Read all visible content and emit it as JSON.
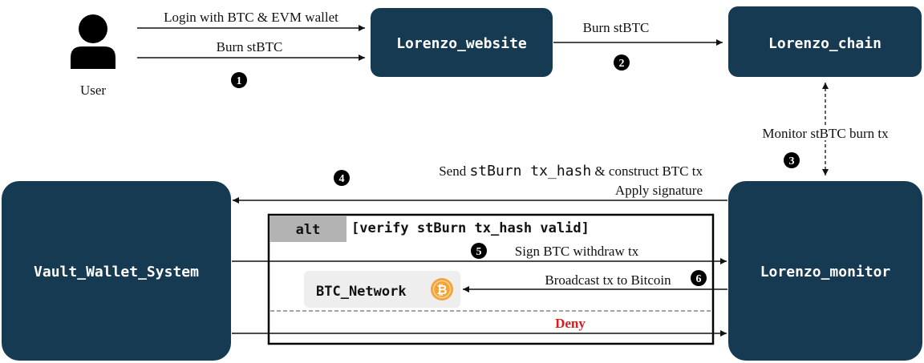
{
  "nodes": {
    "user": "User",
    "website": "Lorenzo_website",
    "chain": "Lorenzo_chain",
    "vault": "Vault_Wallet_System",
    "monitor": "Lorenzo_monitor",
    "btc_network": "BTC_Network"
  },
  "edges": {
    "login": "Login with BTC & EVM wallet",
    "burn_user": "Burn stBTC",
    "burn_website": "Burn stBTC",
    "monitor_burn": "Monitor stBTC burn tx",
    "send_prefix": "Send",
    "send_code": "stBurn tx_hash",
    "send_suffix": "& construct BTC tx",
    "apply_signature": "Apply signature",
    "sign_withdraw": "Sign BTC withdraw tx",
    "broadcast": "Broadcast tx to Bitcoin",
    "deny": "Deny"
  },
  "alt_frame": {
    "tag": "alt",
    "condition": "[verify stBurn tx_hash valid]"
  },
  "steps": {
    "s1": "1",
    "s2": "2",
    "s3": "3",
    "s4": "4",
    "s5": "5",
    "s6": "6"
  },
  "colors": {
    "node_fill": "#163a52",
    "node_text": "#ffffff",
    "deny": "#e01a1a",
    "alt_tag_fill": "#b3b3b3",
    "btc_box": "#eeeeee",
    "bitcoin": "#f2a33a"
  },
  "icons": {
    "user": "user-icon",
    "bitcoin": "bitcoin-icon"
  }
}
